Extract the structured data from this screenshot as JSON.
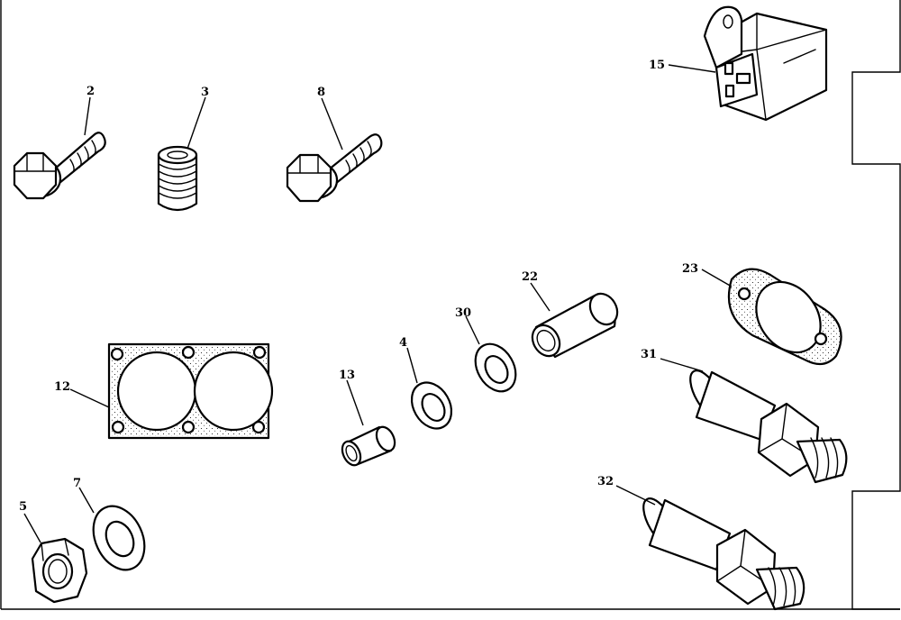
{
  "diagram": {
    "callouts": {
      "c2": "2",
      "c3": "3",
      "c8": "8",
      "c15": "15",
      "c12": "12",
      "c13": "13",
      "c4": "4",
      "c30": "30",
      "c22": "22",
      "c23": "23",
      "c31": "31",
      "c32": "32",
      "c5": "5",
      "c7": "7"
    },
    "colors": {
      "ink": "#000000",
      "paper": "#ffffff"
    }
  }
}
